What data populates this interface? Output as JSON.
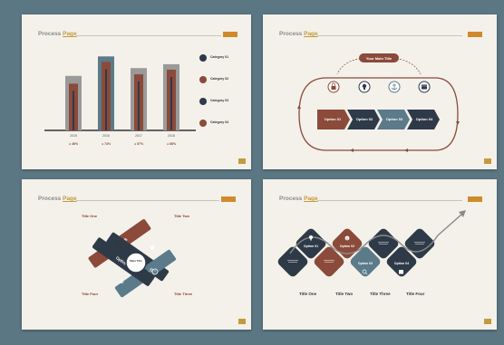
{
  "slide_title": {
    "prefix": "Process ",
    "highlight": "Page"
  },
  "colors": {
    "accent": "#c49a3e",
    "rust": "#8b4a3a",
    "navy": "#2f3a48",
    "slate": "#5b7a8a",
    "gray": "#9a9a9a"
  },
  "slide1": {
    "chart_data": {
      "type": "bar",
      "categories": [
        "2015",
        "2016",
        "2017",
        "2018"
      ],
      "series": [
        {
          "values": [
            70,
            95,
            80,
            85
          ]
        },
        {
          "values": [
            60,
            88,
            72,
            78
          ]
        }
      ]
    },
    "stats": [
      "● 46%",
      "● 74%",
      "● 57%",
      "● 68%"
    ],
    "legend": [
      {
        "icon": "person-icon",
        "label": "Category 01"
      },
      {
        "icon": "pin-icon",
        "label": "Category 02"
      },
      {
        "icon": "bulb-icon",
        "label": "Category 03"
      },
      {
        "icon": "drop-icon",
        "label": "Category 04"
      }
    ]
  },
  "slide2": {
    "main_title": "Your Main Title",
    "options": [
      "Option 01",
      "Option 02",
      "Option 03",
      "Option 04"
    ],
    "icons": [
      "lock-icon",
      "bulb-icon",
      "anchor-icon",
      "calendar-icon"
    ]
  },
  "slide3": {
    "titles": [
      "Title One",
      "Title Two",
      "Title Four",
      "Title Three"
    ],
    "options": [
      "Option B",
      "Option C",
      "Option D",
      "Option A"
    ],
    "center": "Main Title"
  },
  "slide4": {
    "options": [
      "Option 01",
      "Option 02",
      "Option 03",
      "Option 04"
    ],
    "titles": [
      "Title One",
      "Title Two",
      "Title Three",
      "Title Four"
    ]
  }
}
